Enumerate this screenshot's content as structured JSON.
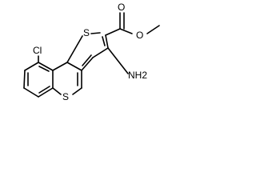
{
  "molecule": {
    "atoms": {
      "ester_oxygen_carbonyl": "O",
      "ester_oxygen_ether": "O",
      "thiophene_sulfur": "S",
      "thiopyran_sulfur": "S",
      "chlorine": "Cl",
      "amino_group": "NH2"
    }
  }
}
